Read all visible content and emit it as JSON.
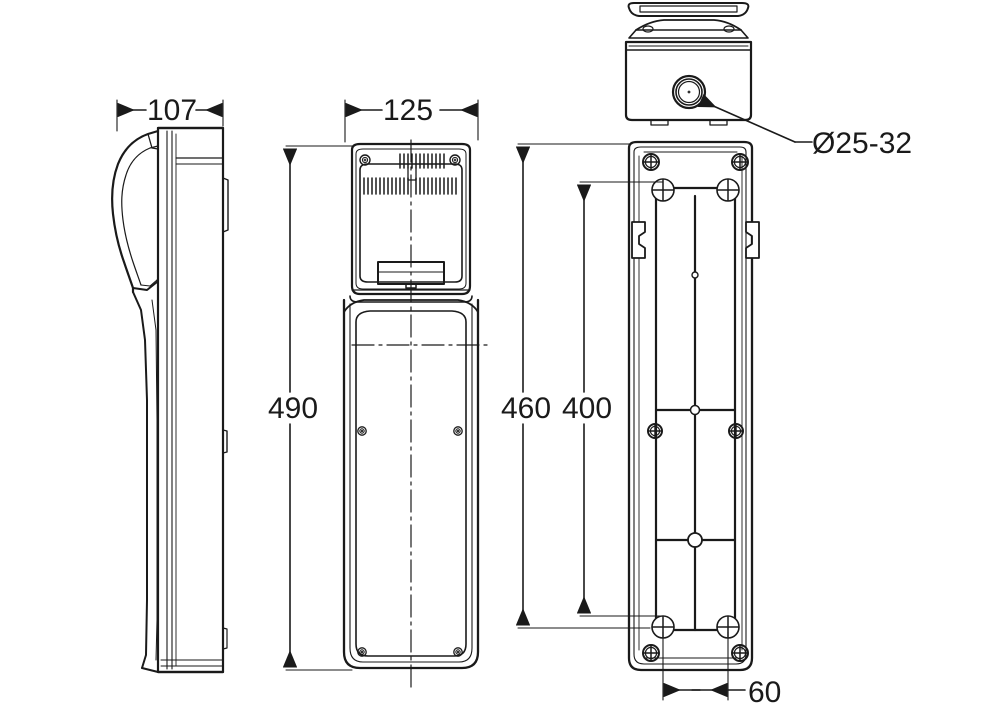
{
  "drawing": {
    "type": "mechanical-dimension-drawing",
    "units": "mm",
    "line_color": "#1a1a1a",
    "background_color": "#ffffff",
    "views": [
      {
        "name": "side-view",
        "position": "left"
      },
      {
        "name": "front-view",
        "position": "center"
      },
      {
        "name": "top-view",
        "position": "top-right"
      },
      {
        "name": "rear-mounting-plate-view",
        "position": "right"
      }
    ]
  },
  "dimensions": {
    "side_width": "107",
    "front_width": "125",
    "front_height": "490",
    "plate_height": "460",
    "hole_spacing_vertical": "400",
    "hole_spacing_horizontal": "60"
  },
  "annotations": {
    "cable_gland": "Ø25-32"
  },
  "labels": {
    "dim_107": "107",
    "dim_125": "125",
    "dim_490": "490",
    "dim_460": "460",
    "dim_400": "400",
    "dim_60": "60",
    "diameter_note": "Ø25-32"
  }
}
